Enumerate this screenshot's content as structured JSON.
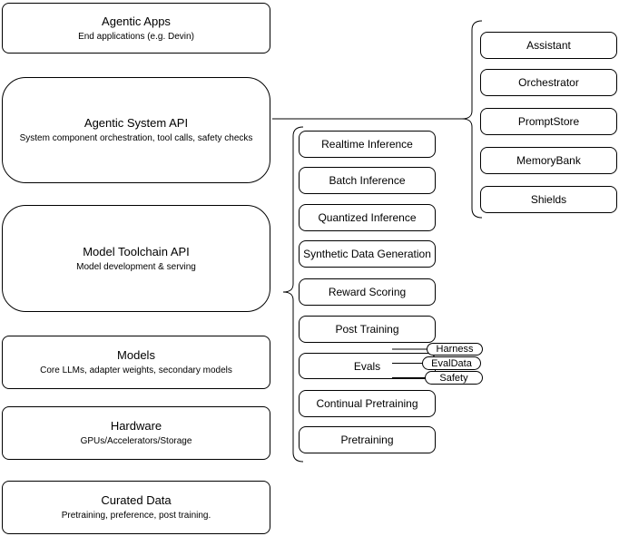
{
  "colors": {
    "node_stroke": "#000000",
    "node_fill": "#ffffff",
    "text": "#000000",
    "canvas": "#ffffff"
  },
  "left_stack": [
    {
      "title": "Agentic Apps",
      "subtitle": "End applications (e.g. Devin)"
    },
    {
      "title": "Agentic System API",
      "subtitle": "System component orchestration, tool calls, safety checks"
    },
    {
      "title": "Model Toolchain API",
      "subtitle": "Model development & serving"
    },
    {
      "title": "Models",
      "subtitle": "Core LLMs, adapter weights, secondary models"
    },
    {
      "title": "Hardware",
      "subtitle": "GPUs/Accelerators/Storage"
    },
    {
      "title": "Curated Data",
      "subtitle": "Pretraining, preference, post training."
    }
  ],
  "toolchain_stack": [
    {
      "label": "Realtime Inference"
    },
    {
      "label": "Batch Inference"
    },
    {
      "label": "Quantized Inference"
    },
    {
      "label": "Synthetic Data Generation"
    },
    {
      "label": "Reward Scoring"
    },
    {
      "label": "Post Training"
    },
    {
      "label": "Evals"
    },
    {
      "label": "Continual Pretraining"
    },
    {
      "label": "Pretraining"
    }
  ],
  "eval_tags": [
    {
      "label": "Harness"
    },
    {
      "label": "EvalData"
    },
    {
      "label": "Safety"
    }
  ],
  "system_stack": [
    {
      "label": "Assistant"
    },
    {
      "label": "Orchestrator"
    },
    {
      "label": "PromptStore"
    },
    {
      "label": "MemoryBank"
    },
    {
      "label": "Shields"
    }
  ]
}
